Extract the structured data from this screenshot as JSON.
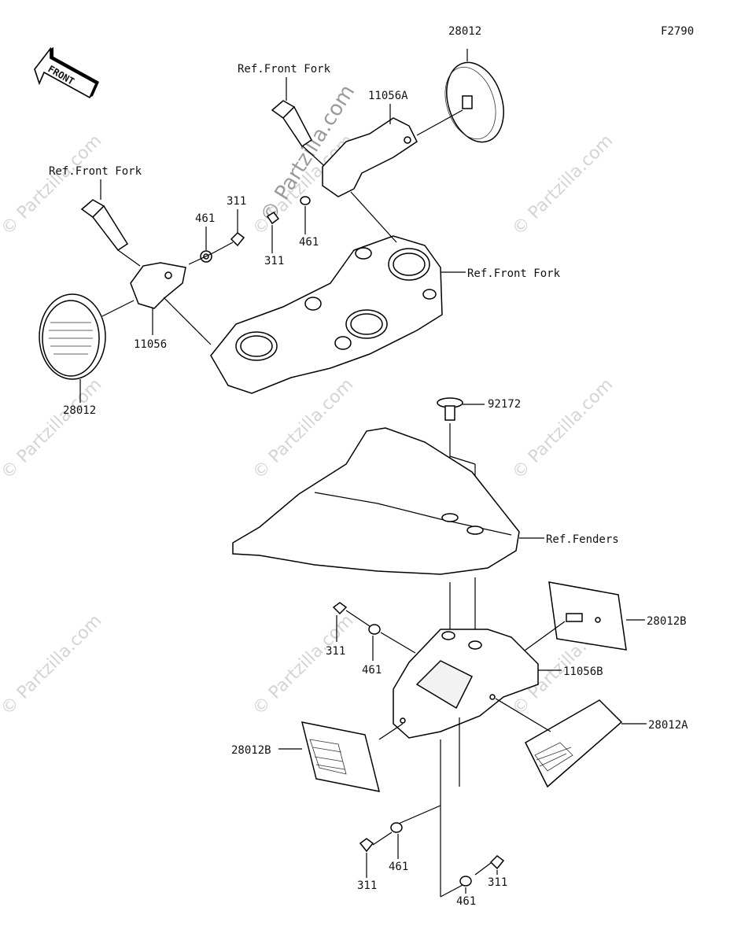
{
  "figure_code": "F2790",
  "front_label": "FRONT",
  "watermark": "© Partzilla.com",
  "labels": {
    "p28012_top": "28012",
    "ref_front_fork_top": "Ref.Front Fork",
    "p11056A": "11056A",
    "ref_front_fork_left": "Ref.Front Fork",
    "p311_a": "311",
    "p461_a": "461",
    "p311_b": "311",
    "p461_b": "461",
    "ref_front_fork_right": "Ref.Front Fork",
    "p11056": "11056",
    "p28012_left": "28012",
    "p92172": "92172",
    "ref_fenders": "Ref.Fenders",
    "p28012B_right": "28012B",
    "p311_c": "311",
    "p461_c": "461",
    "p11056B": "11056B",
    "p28012A": "28012A",
    "p28012B_left": "28012B",
    "p461_d": "461",
    "p311_d": "311",
    "p461_e": "461",
    "p311_e": "311"
  }
}
